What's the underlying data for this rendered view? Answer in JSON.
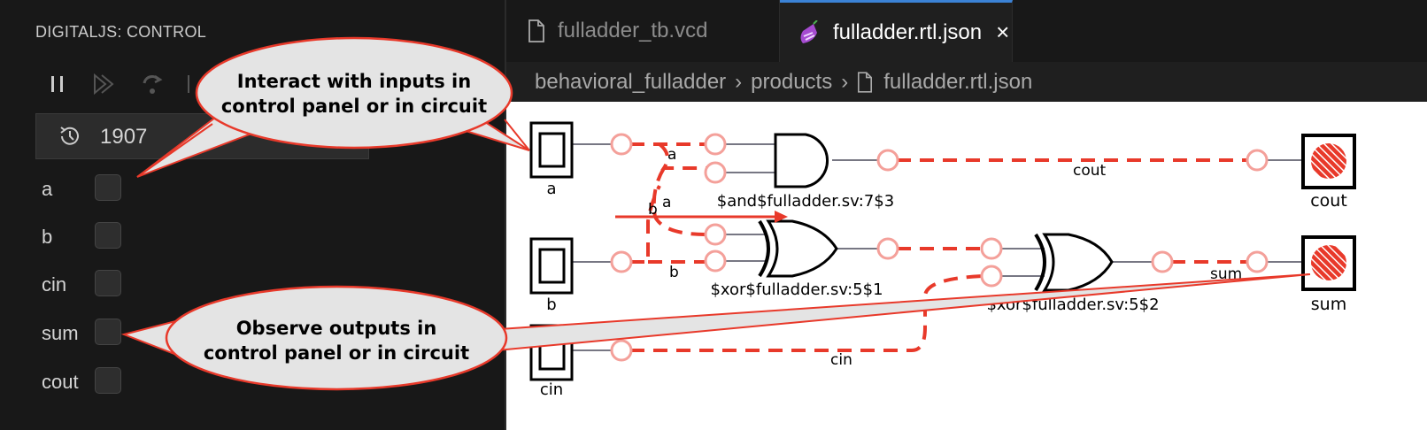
{
  "control_panel": {
    "title": "DIGITALJS: CONTROL",
    "toolbar": [
      "pause-icon",
      "fast-forward-icon",
      "step-icon",
      "next-icon"
    ],
    "time": "1907",
    "signals": [
      {
        "label": "a",
        "checked": false
      },
      {
        "label": "b",
        "checked": false
      },
      {
        "label": "cin",
        "checked": false
      },
      {
        "label": "sum",
        "checked": false
      },
      {
        "label": "cout",
        "checked": false
      }
    ]
  },
  "tabs": [
    {
      "label": "fulladder_tb.vcd",
      "icon": "file-icon",
      "active": false
    },
    {
      "label": "fulladder.rtl.json",
      "icon": "digitaljs-icon",
      "active": true,
      "close": "×"
    }
  ],
  "breadcrumb": [
    "behavioral_fulladder",
    "products",
    "fulladder.rtl.json"
  ],
  "circuit": {
    "inputs": [
      "a",
      "b",
      "cin"
    ],
    "outputs": [
      "cout",
      "sum"
    ],
    "gates": [
      "$and$fulladder.sv:7$3",
      "$xor$fulladder.sv:5$1",
      "$xor$fulladder.sv:5$2"
    ],
    "wire_labels": {
      "a1": "a",
      "a2": "a",
      "b1": "b",
      "b2": "b",
      "cout": "cout",
      "sum": "sum",
      "cin": "cin"
    },
    "colors": {
      "wire": "#e8392a",
      "port": "#f4a09a",
      "output_fill": "#e8392a"
    }
  },
  "callouts": {
    "top": [
      "Interact with inputs in",
      "control panel or in circuit"
    ],
    "bottom": [
      "Observe outputs in",
      "control panel or in circuit"
    ]
  }
}
